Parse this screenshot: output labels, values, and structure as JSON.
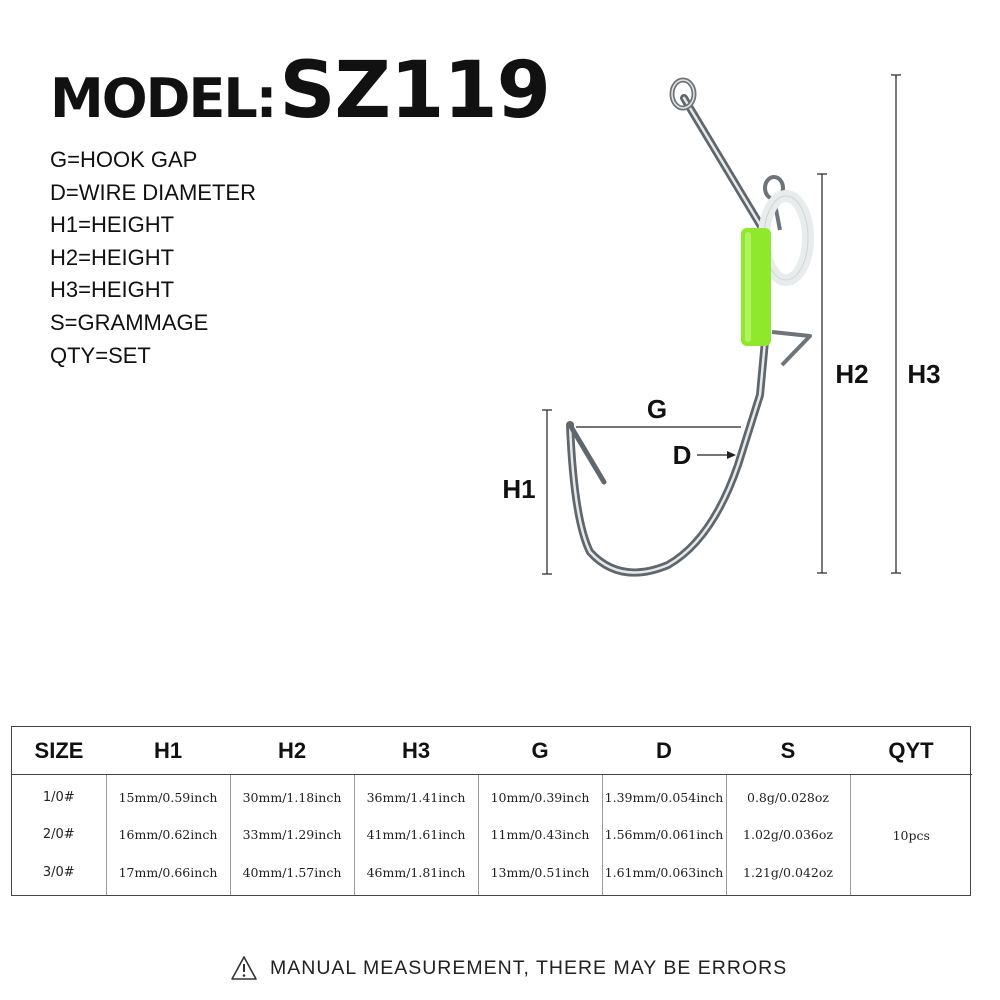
{
  "header": {
    "model_label": "MODEL:",
    "model_number": "SZ119"
  },
  "legend": [
    "G=HOOK GAP",
    "D=WIRE DIAMETER",
    "H1=HEIGHT",
    "H2=HEIGHT",
    "H3=HEIGHT",
    "S=GRAMMAGE",
    "QTY=SET"
  ],
  "diagram_labels": {
    "g": "G",
    "d": "D",
    "h1": "H1",
    "h2": "H2",
    "h3": "H3"
  },
  "colors": {
    "sleeve": "#8fe82c",
    "ring": "#f2f4f4",
    "hook": "#7b8288"
  },
  "table": {
    "headers": [
      "SIZE",
      "H1",
      "H2",
      "H3",
      "G",
      "D",
      "S",
      "QYT"
    ],
    "sizes": [
      "1/0#",
      "2/0#",
      "3/0#"
    ],
    "h1": [
      "15mm/0.59inch",
      "16mm/0.62inch",
      "17mm/0.66inch"
    ],
    "h2": [
      "30mm/1.18inch",
      "33mm/1.29inch",
      "40mm/1.57inch"
    ],
    "h3": [
      "36mm/1.41inch",
      "41mm/1.61inch",
      "46mm/1.81inch"
    ],
    "g": [
      "10mm/0.39inch",
      "11mm/0.43inch",
      "13mm/0.51inch"
    ],
    "d": [
      "1.39mm/0.054inch",
      "1.56mm/0.061inch",
      "1.61mm/0.063inch"
    ],
    "s": [
      "0.8g/0.028oz",
      "1.02g/0.036oz",
      "1.21g/0.042oz"
    ],
    "qty": "10pcs"
  },
  "footer": {
    "note": "MANUAL MEASUREMENT, THERE MAY BE ERRORS",
    "icon": "warning-icon"
  }
}
